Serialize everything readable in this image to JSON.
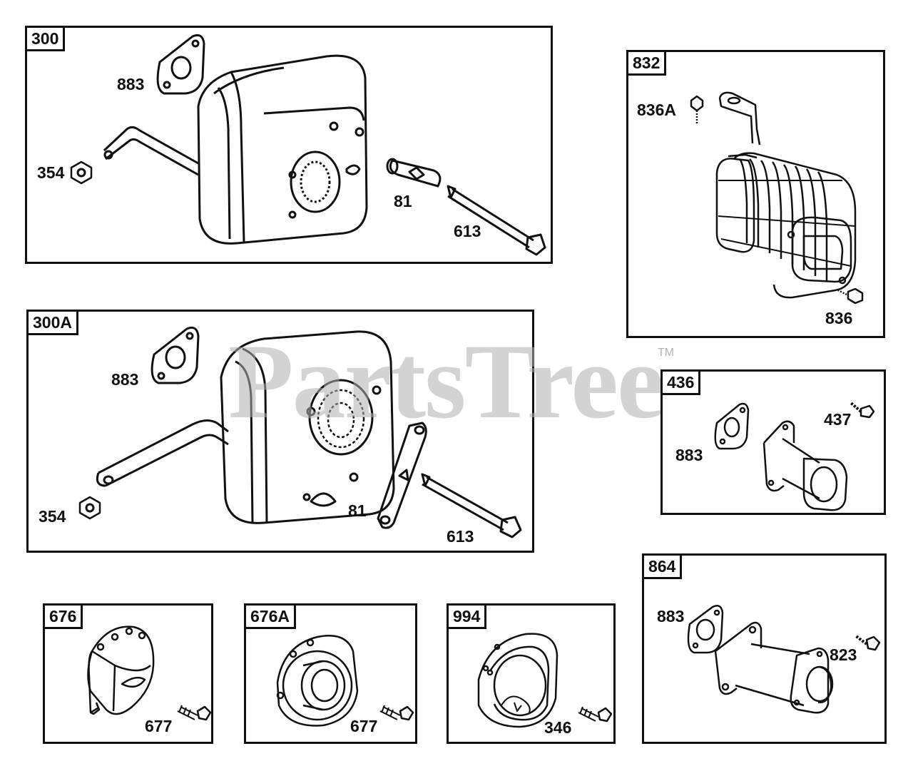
{
  "watermark": {
    "text": "PartsTree",
    "trademark": "TM"
  },
  "panels": {
    "p300": {
      "id": "300",
      "labels": {
        "gasket": "883",
        "nut": "354",
        "bracket": "81",
        "screw": "613"
      }
    },
    "p832": {
      "id": "832",
      "labels": {
        "bolt_top": "836A",
        "bolt_bottom": "836"
      }
    },
    "p300A": {
      "id": "300A",
      "labels": {
        "gasket": "883",
        "nut": "354",
        "bracket": "81",
        "screw": "613"
      }
    },
    "p436": {
      "id": "436",
      "labels": {
        "screw": "437",
        "gasket": "883"
      }
    },
    "p676": {
      "id": "676",
      "labels": {
        "screw": "677"
      }
    },
    "p676A": {
      "id": "676A",
      "labels": {
        "screw": "677"
      }
    },
    "p994": {
      "id": "994",
      "labels": {
        "screw": "346"
      }
    },
    "p864": {
      "id": "864",
      "labels": {
        "gasket": "883",
        "screw": "823"
      }
    }
  }
}
